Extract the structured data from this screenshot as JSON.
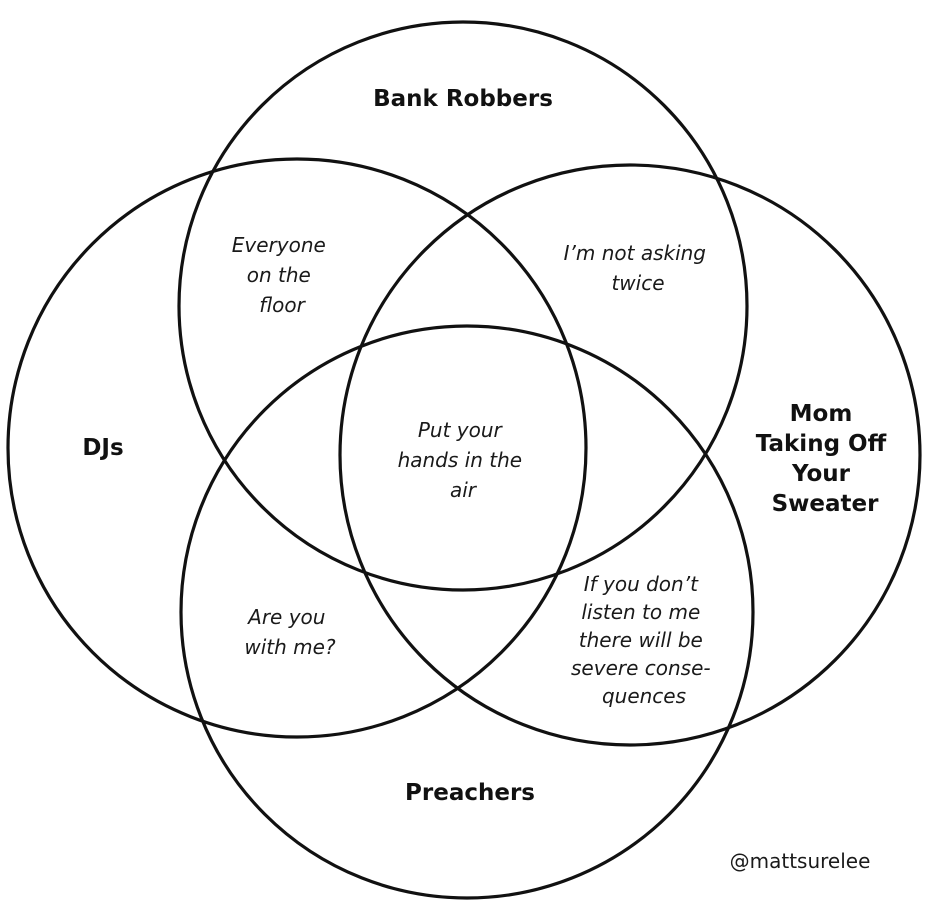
{
  "sets": {
    "bank_robbers": "Bank Robbers",
    "djs": "DJs",
    "mom": [
      "Mom",
      "Taking Off",
      "Your",
      "Sweater"
    ],
    "preachers": "Preachers"
  },
  "regions": {
    "djs_bank": [
      "Everyone",
      "on the",
      "floor"
    ],
    "bank_mom": [
      "I’m not asking",
      "twice"
    ],
    "center": [
      "Put your",
      "hands in the",
      "air"
    ],
    "djs_preachers": [
      "Are you",
      "with me?"
    ],
    "mom_preachers": [
      "If you don’t",
      "listen to me",
      "there will be",
      "severe conse-",
      "quences"
    ]
  },
  "credit": "@mattsurelee"
}
